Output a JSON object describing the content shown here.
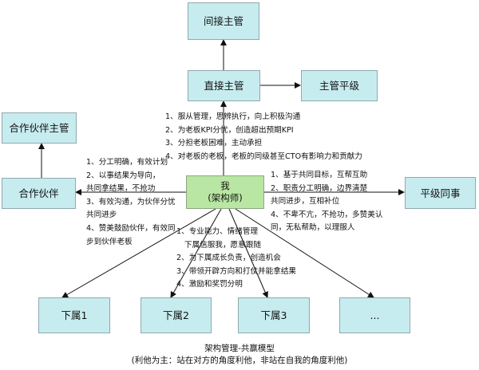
{
  "nodes": {
    "indirect_manager": "间接主管",
    "direct_manager": "直接主管",
    "manager_peer": "主管平级",
    "partner_manager": "合作伙伴主管",
    "partner": "合作伙伴",
    "me_line1": "我",
    "me_line2": "(架构师)",
    "peer": "平级同事",
    "sub1": "下属1",
    "sub2": "下属2",
    "sub3": "下属3",
    "sub_more": "..."
  },
  "notes": {
    "up": [
      "1、服从管理，思辨执行，向上积极沟通",
      "2、为老板KPI分忧，创造超出预期KPI",
      "3、分担老板困难，主动承担",
      "4、对老板的老板，老板的同级甚至CTO有影响力和贡献力"
    ],
    "partner": [
      "1、分工明确，有效计划",
      "2、以事结果为导向，",
      "共同拿结果，不抢功",
      "3、有效沟通，为伙伴分忧",
      "共同进步",
      "4、赞美鼓励伙伴，有效同",
      "步到伙伴老板"
    ],
    "peer": [
      "1、基于共同目标，互帮互助",
      "2、职责分工明确，边界清楚",
      "共同进步，互相补位",
      "4、不卑不亢，不抢功，多赞美认",
      "同，无私帮助，以理服人"
    ],
    "down": [
      "1、专业能力、情绪管理",
      "下属信服我，愿意跟随",
      "2、为下属成长负责，创造机会",
      "3、带领开辟方向和打仗并能拿结果",
      "4、激励和奖罚分明"
    ]
  },
  "caption": {
    "title": "架构管理-共赢模型",
    "subtitle": "(利他为主：站在对方的角度利他，非站在自我的角度利他)"
  }
}
